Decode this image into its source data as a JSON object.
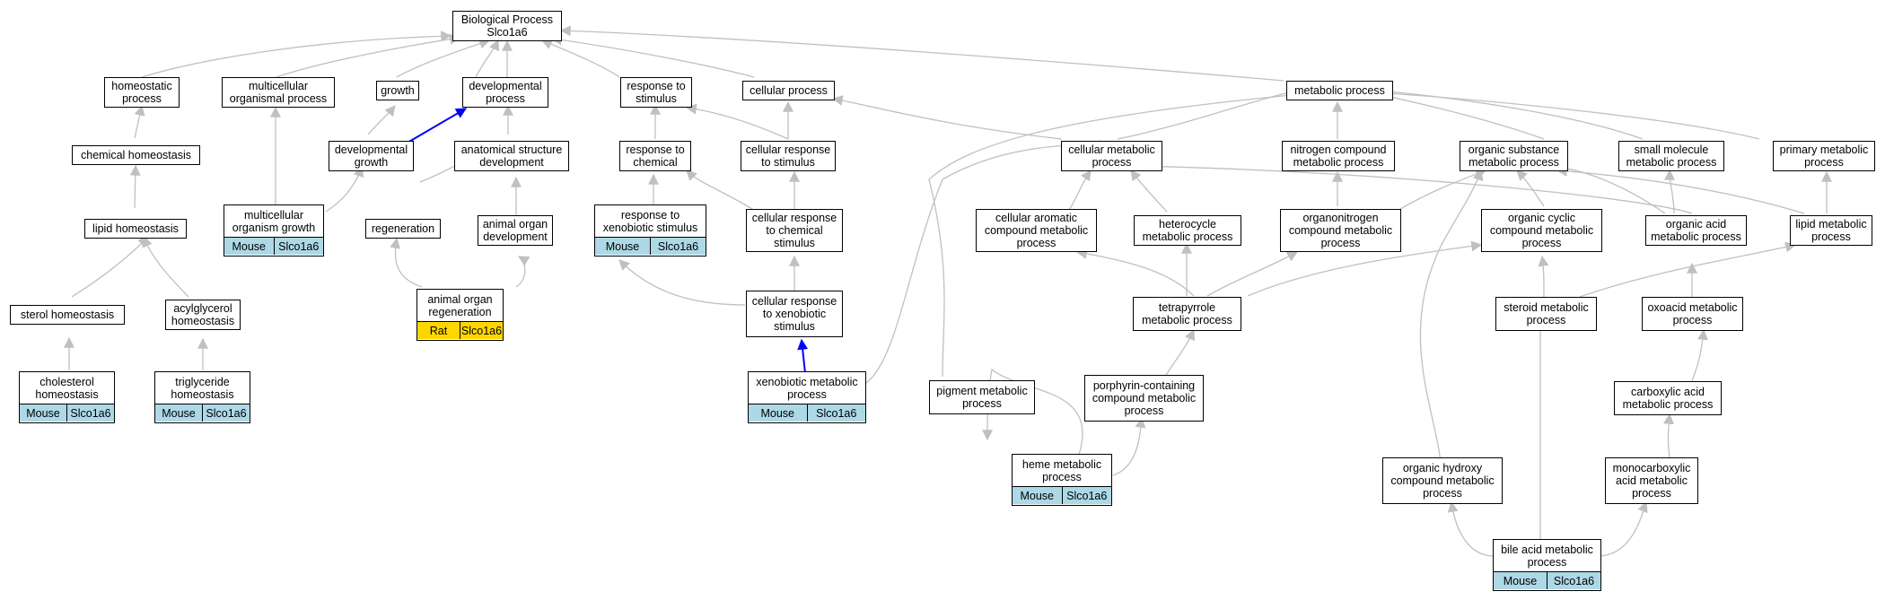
{
  "colors": {
    "edge": "#c0c0c0",
    "highlight_edge": "#0000ff",
    "mouse": "#add8e6",
    "rat": "#ffd700"
  },
  "nodes": {
    "bp": "Biological Process\nSlco1a6",
    "homeostatic": "homeostatic\nprocess",
    "multicell_proc": "multicellular\norganismal process",
    "growth": "growth",
    "dev_proc": "developmental\nprocess",
    "resp_stim": "response to\nstimulus",
    "cell_proc": "cellular process",
    "metab_proc": "metabolic process",
    "chem_homeo": "chemical homeostasis",
    "dev_growth": "developmental\ngrowth",
    "anat_struct": "anatomical structure\ndevelopment",
    "resp_chem": "response to\nchemical",
    "cell_resp_stim": "cellular response\nto stimulus",
    "cell_metab": "cellular metabolic\nprocess",
    "nitrogen": "nitrogen compound\nmetabolic process",
    "org_subst": "organic substance\nmetabolic process",
    "small_mol": "small molecule\nmetabolic process",
    "primary": "primary metabolic\nprocess",
    "lipid_homeo": "lipid homeostasis",
    "multicell_growth": "multicellular\norganism growth",
    "regeneration": "regeneration",
    "animal_organ_dev": "animal organ\ndevelopment",
    "resp_xeno": "response to\nxenobiotic stimulus",
    "cell_resp_chem": "cellular response\nto chemical\nstimulus",
    "cell_arom": "cellular aromatic\ncompound metabolic\nprocess",
    "heterocycle": "heterocycle\nmetabolic process",
    "organonitrogen": "organonitrogen\ncompound metabolic\nprocess",
    "org_cyclic": "organic cyclic\ncompound metabolic\nprocess",
    "org_acid": "organic acid\nmetabolic process",
    "lipid_metab": "lipid metabolic\nprocess",
    "sterol_homeo": "sterol homeostasis",
    "acylglycerol": "acylglycerol\nhomeostasis",
    "animal_organ_regen": "animal organ\nregeneration",
    "cell_resp_xeno": "cellular response\nto xenobiotic\nstimulus",
    "tetrapyrrole": "tetrapyrrole\nmetabolic process",
    "steroid": "steroid metabolic\nprocess",
    "oxoacid": "oxoacid metabolic\nprocess",
    "cholesterol_homeo": "cholesterol\nhomeostasis",
    "triglyceride_homeo": "triglyceride\nhomeostasis",
    "xeno_metab": "xenobiotic metabolic\nprocess",
    "pigment": "pigment metabolic\nprocess",
    "porphyrin": "porphyrin-containing\ncompound metabolic\nprocess",
    "carboxylic": "carboxylic acid\nmetabolic process",
    "heme": "heme metabolic\nprocess",
    "org_hydroxy": "organic hydroxy\ncompound metabolic\nprocess",
    "monocarboxylic": "monocarboxylic\nacid metabolic\nprocess",
    "bile_acid": "bile acid metabolic\nprocess"
  },
  "annotations": {
    "multicell_growth": [
      "Mouse",
      "Slco1a6"
    ],
    "resp_xeno": [
      "Mouse",
      "Slco1a6"
    ],
    "animal_organ_regen": [
      "Rat",
      "Slco1a6"
    ],
    "cholesterol_homeo": [
      "Mouse",
      "Slco1a6"
    ],
    "triglyceride_homeo": [
      "Mouse",
      "Slco1a6"
    ],
    "xeno_metab": [
      "Mouse",
      "Slco1a6"
    ],
    "heme": [
      "Mouse",
      "Slco1a6"
    ],
    "bile_acid": [
      "Mouse",
      "Slco1a6"
    ]
  }
}
